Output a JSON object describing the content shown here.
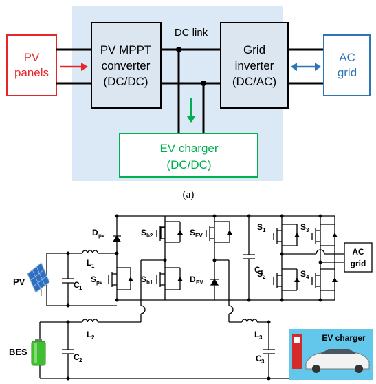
{
  "figure_top": {
    "caption": "(a)",
    "dc_link_label": "DC link",
    "pv_panels": {
      "line1": "PV",
      "line2": "panels",
      "color": "#e8262a"
    },
    "pv_mppt": {
      "line1": "PV MPPT",
      "line2": "converter",
      "line3": "(DC/DC)"
    },
    "grid_inverter": {
      "line1": "Grid",
      "line2": "inverter",
      "line3": "(DC/AC)"
    },
    "ac_grid": {
      "line1": "AC",
      "line2": "grid",
      "color": "#2e75b6"
    },
    "ev_charger": {
      "line1": "EV charger",
      "line2": "(DC/DC)",
      "color": "#00b050"
    },
    "panel_bg": "#dbe8f5",
    "block_fill": "#dce6f1"
  },
  "figure_bottom": {
    "labels": {
      "pv": "PV",
      "bes": "BES",
      "dpv": "D",
      "dpv_sub": "pv",
      "l1": "L",
      "l1_sub": "1",
      "l2": "L",
      "l2_sub": "2",
      "l3": "L",
      "l3_sub": "3",
      "c1": "C",
      "c1_sub": "1",
      "c2": "C",
      "c2_sub": "2",
      "c3": "C",
      "c3_sub": "3",
      "c4": "C",
      "c4_sub": "4",
      "sb2": "S",
      "sb2_sub": "b2",
      "sb1": "S",
      "sb1_sub": "b1",
      "spv": "S",
      "spv_sub": "pv",
      "sev": "S",
      "sev_sub": "EV",
      "dev": "D",
      "dev_sub": "EV",
      "s1": "S",
      "s1_sub": "1",
      "s2": "S",
      "s2_sub": "2",
      "s3": "S",
      "s3_sub": "3",
      "s4": "S",
      "s4_sub": "4",
      "ac_grid_line1": "AC",
      "ac_grid_line2": "grid",
      "ev_charger_badge": "EV charger"
    }
  }
}
